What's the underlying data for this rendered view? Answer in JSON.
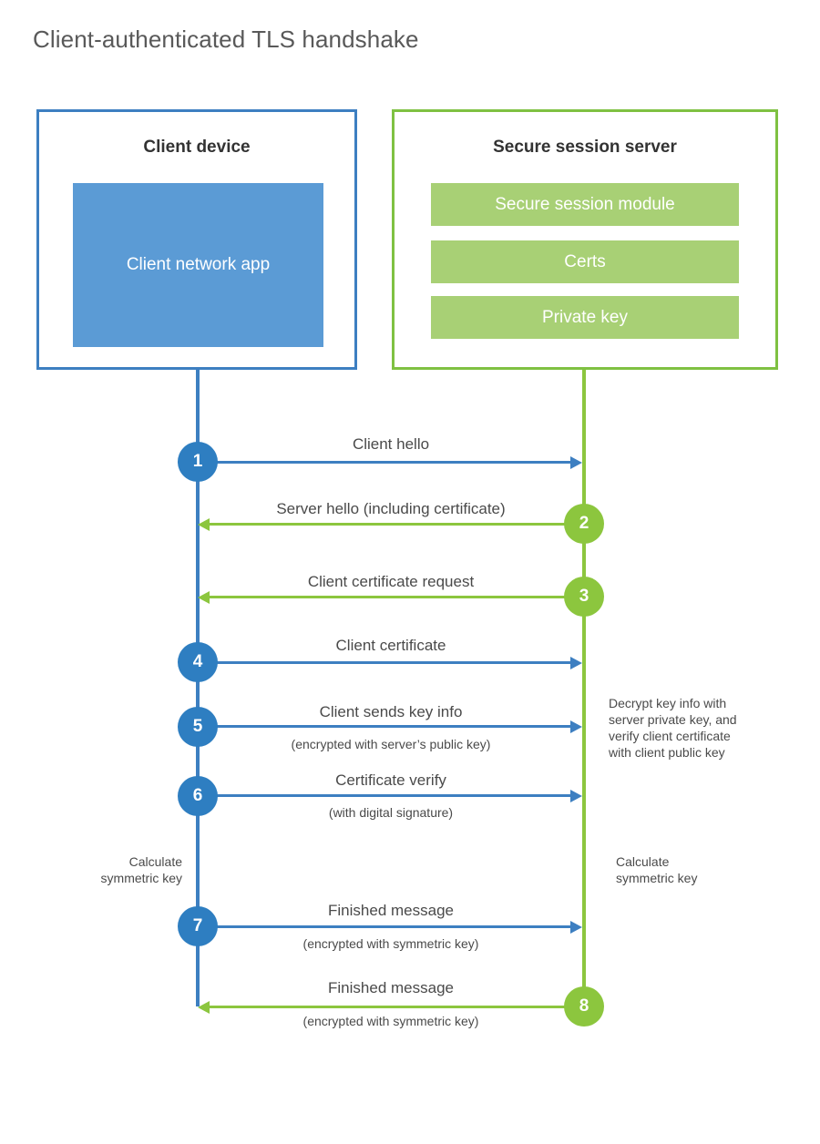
{
  "title": "Client-authenticated TLS handshake",
  "colors": {
    "client_border": "#3d7fc1",
    "client_fill": "#5b9bd5",
    "server_border": "#7fc142",
    "server_fill": "#a8d075",
    "client_accent": "#2e7ec1",
    "server_accent": "#8cc63e",
    "title_text": "#595959",
    "body_text": "#4a4a4a"
  },
  "client": {
    "title": "Client device",
    "app_label": "Client network app"
  },
  "server": {
    "title": "Secure session server",
    "components": [
      {
        "label": "Secure session module"
      },
      {
        "label": "Certs"
      },
      {
        "label": "Private key"
      }
    ]
  },
  "steps": [
    {
      "number": "1",
      "label": "Client hello",
      "sub": "",
      "direction": "client-to-server",
      "actor": "client"
    },
    {
      "number": "2",
      "label": "Server hello (including certificate)",
      "sub": "",
      "direction": "server-to-client",
      "actor": "server"
    },
    {
      "number": "3",
      "label": "Client certificate request",
      "sub": "",
      "direction": "server-to-client",
      "actor": "server"
    },
    {
      "number": "4",
      "label": "Client certificate",
      "sub": "",
      "direction": "client-to-server",
      "actor": "client"
    },
    {
      "number": "5",
      "label": "Client sends key info",
      "sub": "(encrypted with server’s public key)",
      "direction": "client-to-server",
      "actor": "client"
    },
    {
      "number": "6",
      "label": "Certificate verify",
      "sub": "(with digital signature)",
      "direction": "client-to-server",
      "actor": "client"
    },
    {
      "number": "7",
      "label": "Finished message",
      "sub": "(encrypted with symmetric key)",
      "direction": "client-to-server",
      "actor": "client"
    },
    {
      "number": "8",
      "label": "Finished message",
      "sub": "(encrypted with symmetric key)",
      "direction": "server-to-client",
      "actor": "server"
    }
  ],
  "notes": {
    "server_decrypt": {
      "lines": [
        "Decrypt key info with",
        "server private key, and",
        "verify client certificate",
        "with client public key"
      ]
    },
    "client_calculate": {
      "lines": [
        "Calculate",
        "symmetric key"
      ]
    },
    "server_calculate": {
      "lines": [
        "Calculate",
        "symmetric key"
      ]
    }
  }
}
